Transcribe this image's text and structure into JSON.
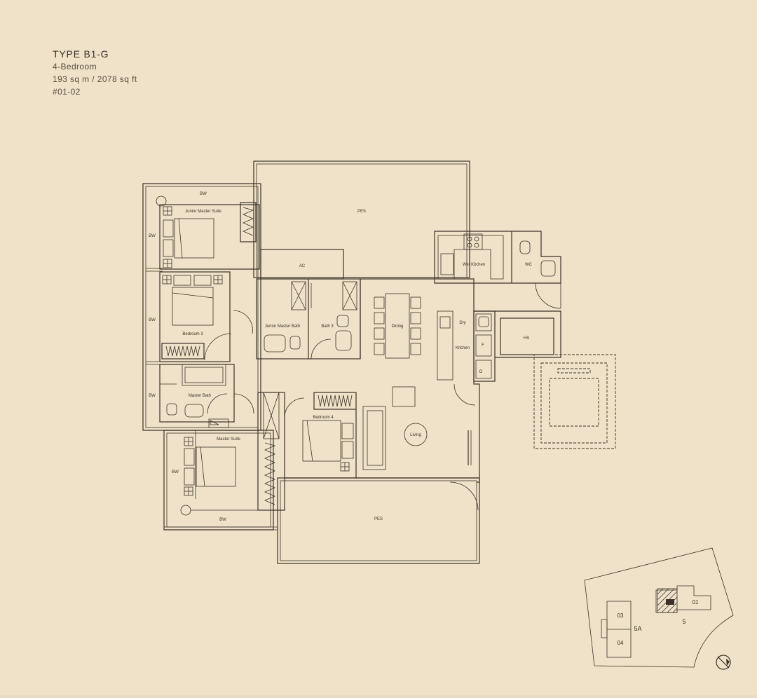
{
  "unit": {
    "type": "TYPE B1-G",
    "bedrooms": "4-Bedroom",
    "area": "193 sq m / 2078 sq ft",
    "unit_no": "#01-02"
  },
  "rooms": {
    "bw_top": "BW",
    "bw_left1": "BW",
    "bw_left2": "BW",
    "bw_left3": "BW",
    "bw_left4": "BW",
    "bw_bottom": "BW",
    "junior_master_suite": "Junior Master Suite",
    "pes_top": "PES",
    "ac": "AC",
    "wet_kitchen": "Wet Kitchen",
    "wc": "WC",
    "bedroom3": "Bedroom 3",
    "junior_master_bath": "Junior Master Bath",
    "bath3": "Bath 3",
    "dining": "Dining",
    "dry_kitchen_1": "Dry",
    "dry_kitchen_2": "Kitchen",
    "fridge": "F",
    "oven": "O",
    "hs": "HS",
    "master_bath": "Master Bath",
    "bedroom4": "Bedroom 4",
    "living": "Living",
    "master_suite": "Master Suite",
    "pes_bottom": "PES"
  },
  "keyplan": {
    "unit01": "01",
    "unit03": "03",
    "unit04": "04",
    "block5a": "5A",
    "block5": "5"
  },
  "colors": {
    "background": "#efe2c8",
    "line": "#3a3128",
    "highlight": "#3a3128"
  },
  "icons": [
    "north-arrow-icon"
  ]
}
